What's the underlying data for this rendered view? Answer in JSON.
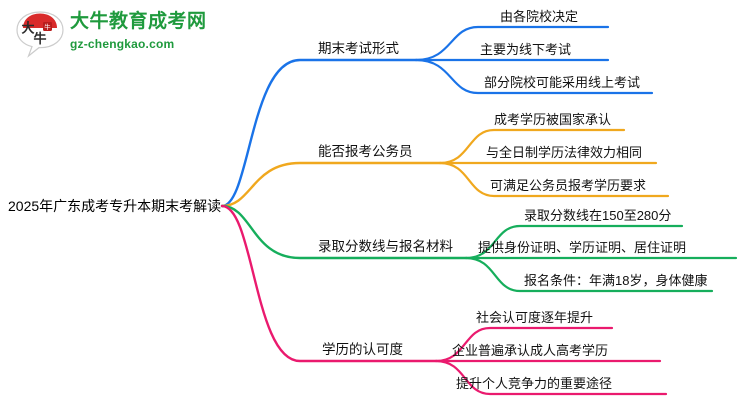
{
  "logo": {
    "name": "大牛教育成考网",
    "url": "gz-chengkao.com",
    "mark_text": "大牛",
    "title_color": "#1f9a3d",
    "mark_arc_color": "#d92b2b"
  },
  "mindmap": {
    "root": {
      "label": "2025年广东成考专升本期末考解读"
    },
    "branches": [
      {
        "label": "期末考试形式",
        "color": "#1a73e8",
        "children": [
          {
            "label": "由各院校决定"
          },
          {
            "label": "主要为线下考试"
          },
          {
            "label": "部分院校可能采用线上考试"
          }
        ]
      },
      {
        "label": "能否报考公务员",
        "color": "#f0a81e",
        "children": [
          {
            "label": "成考学历被国家承认"
          },
          {
            "label": "与全日制学历法律效力相同"
          },
          {
            "label": "可满足公务员报考学历要求"
          }
        ]
      },
      {
        "label": "录取分数线与报名材料",
        "color": "#16ae5c",
        "children": [
          {
            "label": "录取分数线在150至280分"
          },
          {
            "label": "提供身份证明、学历证明、居住证明"
          },
          {
            "label": "报名条件：年满18岁，身体健康"
          }
        ]
      },
      {
        "label": "学历的认可度",
        "color": "#ea1a6e",
        "children": [
          {
            "label": "社会认可度逐年提升"
          },
          {
            "label": "企业普遍承认成人高考学历"
          },
          {
            "label": "提升个人竞争力的重要途径"
          }
        ]
      }
    ]
  }
}
